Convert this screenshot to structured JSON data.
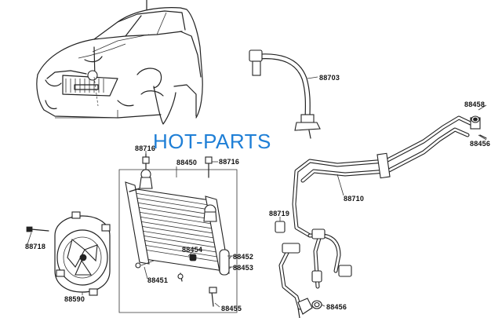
{
  "watermark": "HOT-PARTS",
  "parts": [
    {
      "id": "88703",
      "label": "88703"
    },
    {
      "id": "88458",
      "label": "88458"
    },
    {
      "id": "88456a",
      "label": "88456"
    },
    {
      "id": "88716a",
      "label": "88716"
    },
    {
      "id": "88450",
      "label": "88450"
    },
    {
      "id": "88716b",
      "label": "88716"
    },
    {
      "id": "88710",
      "label": "88710"
    },
    {
      "id": "88719",
      "label": "88719"
    },
    {
      "id": "88718",
      "label": "88718"
    },
    {
      "id": "88454",
      "label": "88454"
    },
    {
      "id": "88452",
      "label": "88452"
    },
    {
      "id": "88453",
      "label": "88453"
    },
    {
      "id": "88451",
      "label": "88451"
    },
    {
      "id": "88590",
      "label": "88590"
    },
    {
      "id": "88455",
      "label": "88455"
    },
    {
      "id": "88456b",
      "label": "88456"
    }
  ]
}
